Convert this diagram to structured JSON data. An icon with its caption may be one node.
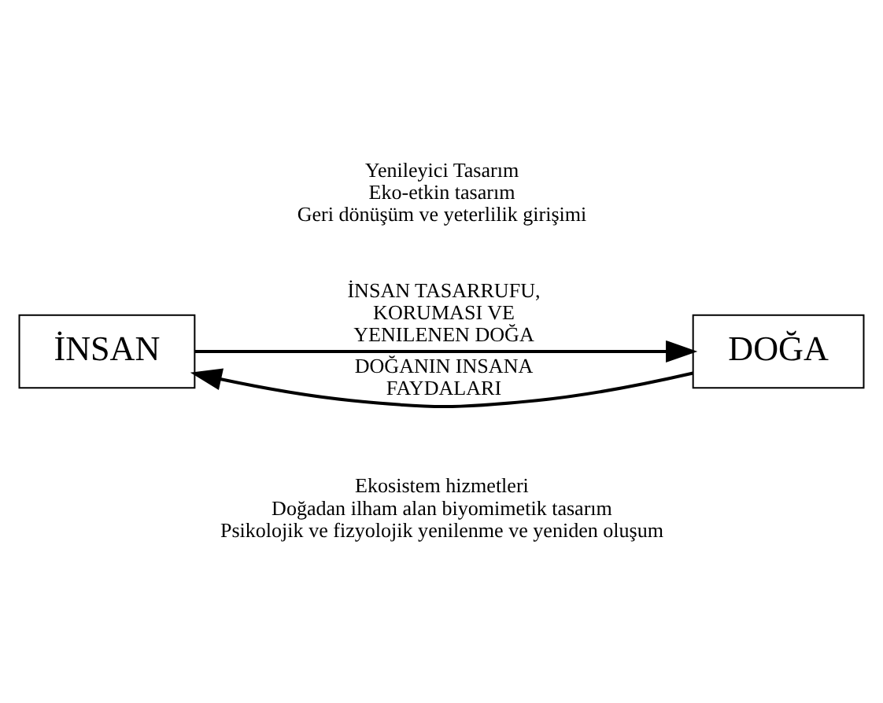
{
  "diagram": {
    "nodes": [
      {
        "text": [
          "İNSAN"
        ]
      },
      {
        "text": [
          "DOĞA"
        ]
      }
    ],
    "edges": [
      {
        "from": 0,
        "to": 1,
        "arrow": "to",
        "label": "İNSAN TASARRUFU, KORUMASI VE YENILENEN DOĞA"
      },
      {
        "from": 1,
        "to": 0,
        "arrow": "to",
        "label": "DOĞANIN INSANA FAYDALARI"
      }
    ],
    "labels": [
      "Yenileyici Tasarım",
      "Eko-etkin tasarım",
      "Geri dönüşüm ve yeterlilik girişimi",
      "Ekosistem hizmetleri",
      "Doğadan ilham alan biyomimetik tasarım",
      "Psikolojik ve fizyolojik yenilenme ve yeniden oluşum"
    ]
  }
}
